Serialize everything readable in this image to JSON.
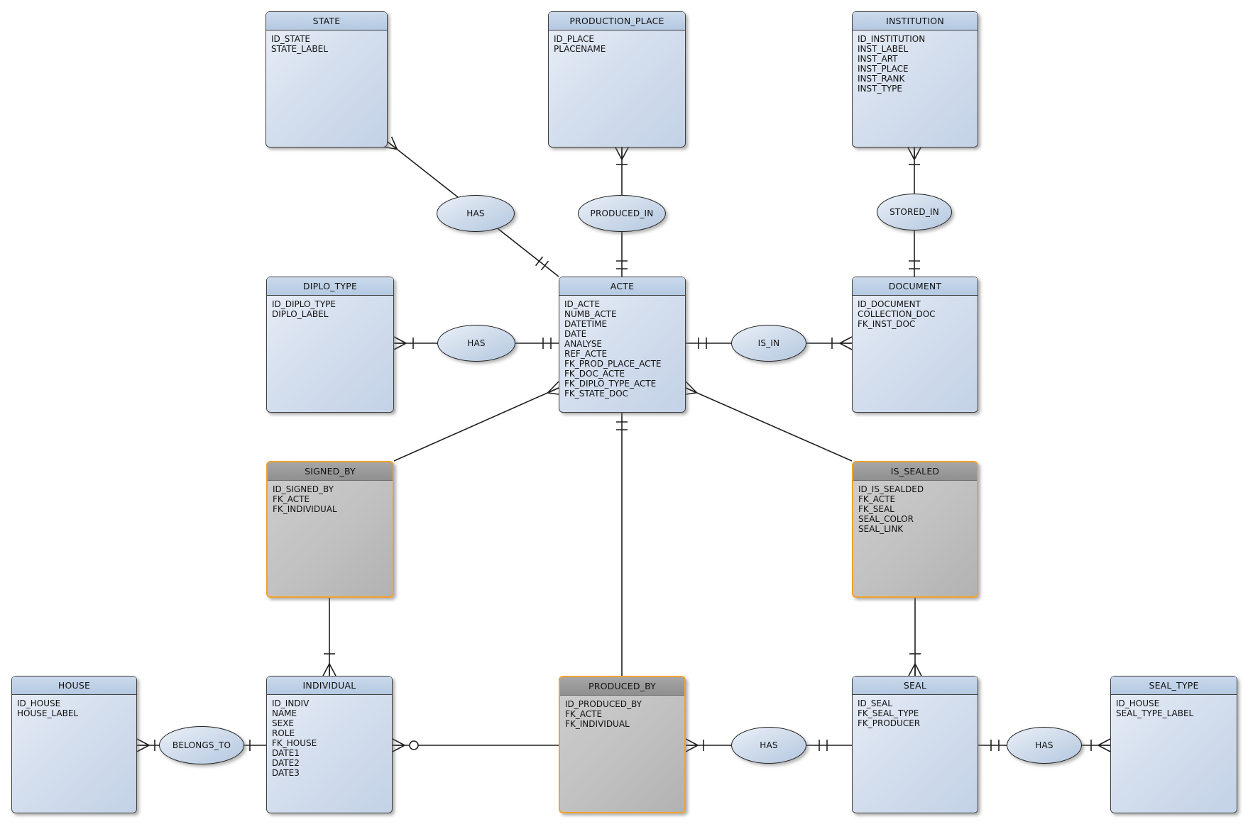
{
  "diagram": {
    "title": "ER diagram",
    "colors": {
      "entity_header_blue": "#bccfe6",
      "entity_body_blue": "#d9e2f0",
      "entity_header_gray": "#9c9c9c",
      "entity_body_gray": "#c0c0c0",
      "highlight_border_orange": "#f2a12e",
      "line": "#1f1f1f"
    },
    "entities": {
      "state": {
        "title": "STATE",
        "attributes": [
          "ID_STATE",
          "STATE_LABEL"
        ]
      },
      "production_place": {
        "title": "PRODUCTION_PLACE",
        "attributes": [
          "ID_PLACE",
          "PLACENAME"
        ]
      },
      "institution": {
        "title": "INSTITUTION",
        "attributes": [
          "ID_INSTITUTION",
          "INST_LABEL",
          "INST_ART",
          "INST_PLACE",
          "INST_RANK",
          "INST_TYPE"
        ]
      },
      "diplo_type": {
        "title": "DIPLO_TYPE",
        "attributes": [
          "ID_DIPLO_TYPE",
          "DIPLO_LABEL"
        ]
      },
      "acte": {
        "title": "ACTE",
        "attributes": [
          "ID_ACTE",
          "NUMB_ACTE",
          "DATETIME",
          "DATE",
          "ANALYSE",
          "REF_ACTE",
          "FK_PROD_PLACE_ACTE",
          "FK_DOC_ACTE",
          "FK_DIPLO_TYPE_ACTE",
          "FK_STATE_DOC"
        ]
      },
      "document": {
        "title": "DOCUMENT",
        "attributes": [
          "ID_DOCUMENT",
          "COLLECTION_DOC",
          "FK_INST_DOC"
        ]
      },
      "signed_by": {
        "title": "SIGNED_BY",
        "attributes": [
          "ID_SIGNED_BY",
          "FK_ACTE",
          "FK_INDIVIDUAL"
        ]
      },
      "is_sealed": {
        "title": "IS_SEALED",
        "attributes": [
          "ID_IS_SEALDED",
          "FK_ACTE",
          "FK_SEAL",
          "SEAL_COLOR",
          "SEAL_LINK"
        ]
      },
      "house": {
        "title": "HOUSE",
        "attributes": [
          "ID_HOUSE",
          "HOUSE_LABEL"
        ]
      },
      "individual": {
        "title": "INDIVIDUAL",
        "attributes": [
          "ID_INDIV",
          "NAME",
          "SEXE",
          "ROLE",
          "FK_HOUSE",
          "DATE1",
          "DATE2",
          "DATE3"
        ]
      },
      "produced_by": {
        "title": "PRODUCED_BY",
        "attributes": [
          "ID_PRODUCED_BY",
          "FK_ACTE",
          "FK_INDIVIDUAL"
        ]
      },
      "seal": {
        "title": "SEAL",
        "attributes": [
          "ID_SEAL",
          "FK_SEAL_TYPE",
          "FK_PRODUCER"
        ]
      },
      "seal_type": {
        "title": "SEAL_TYPE",
        "attributes": [
          "ID_HOUSE",
          "SEAL_TYPE_LABEL"
        ]
      }
    },
    "relationships": {
      "has_state_acte": {
        "label": "HAS"
      },
      "produced_in": {
        "label": "PRODUCED_IN"
      },
      "stored_in": {
        "label": "STORED_IN"
      },
      "has_diplo_acte": {
        "label": "HAS"
      },
      "is_in": {
        "label": "IS_IN"
      },
      "belongs_to": {
        "label": "BELONGS_TO"
      },
      "has_producedby_seal": {
        "label": "HAS"
      },
      "has_seal_sealtype": {
        "label": "HAS"
      }
    }
  }
}
